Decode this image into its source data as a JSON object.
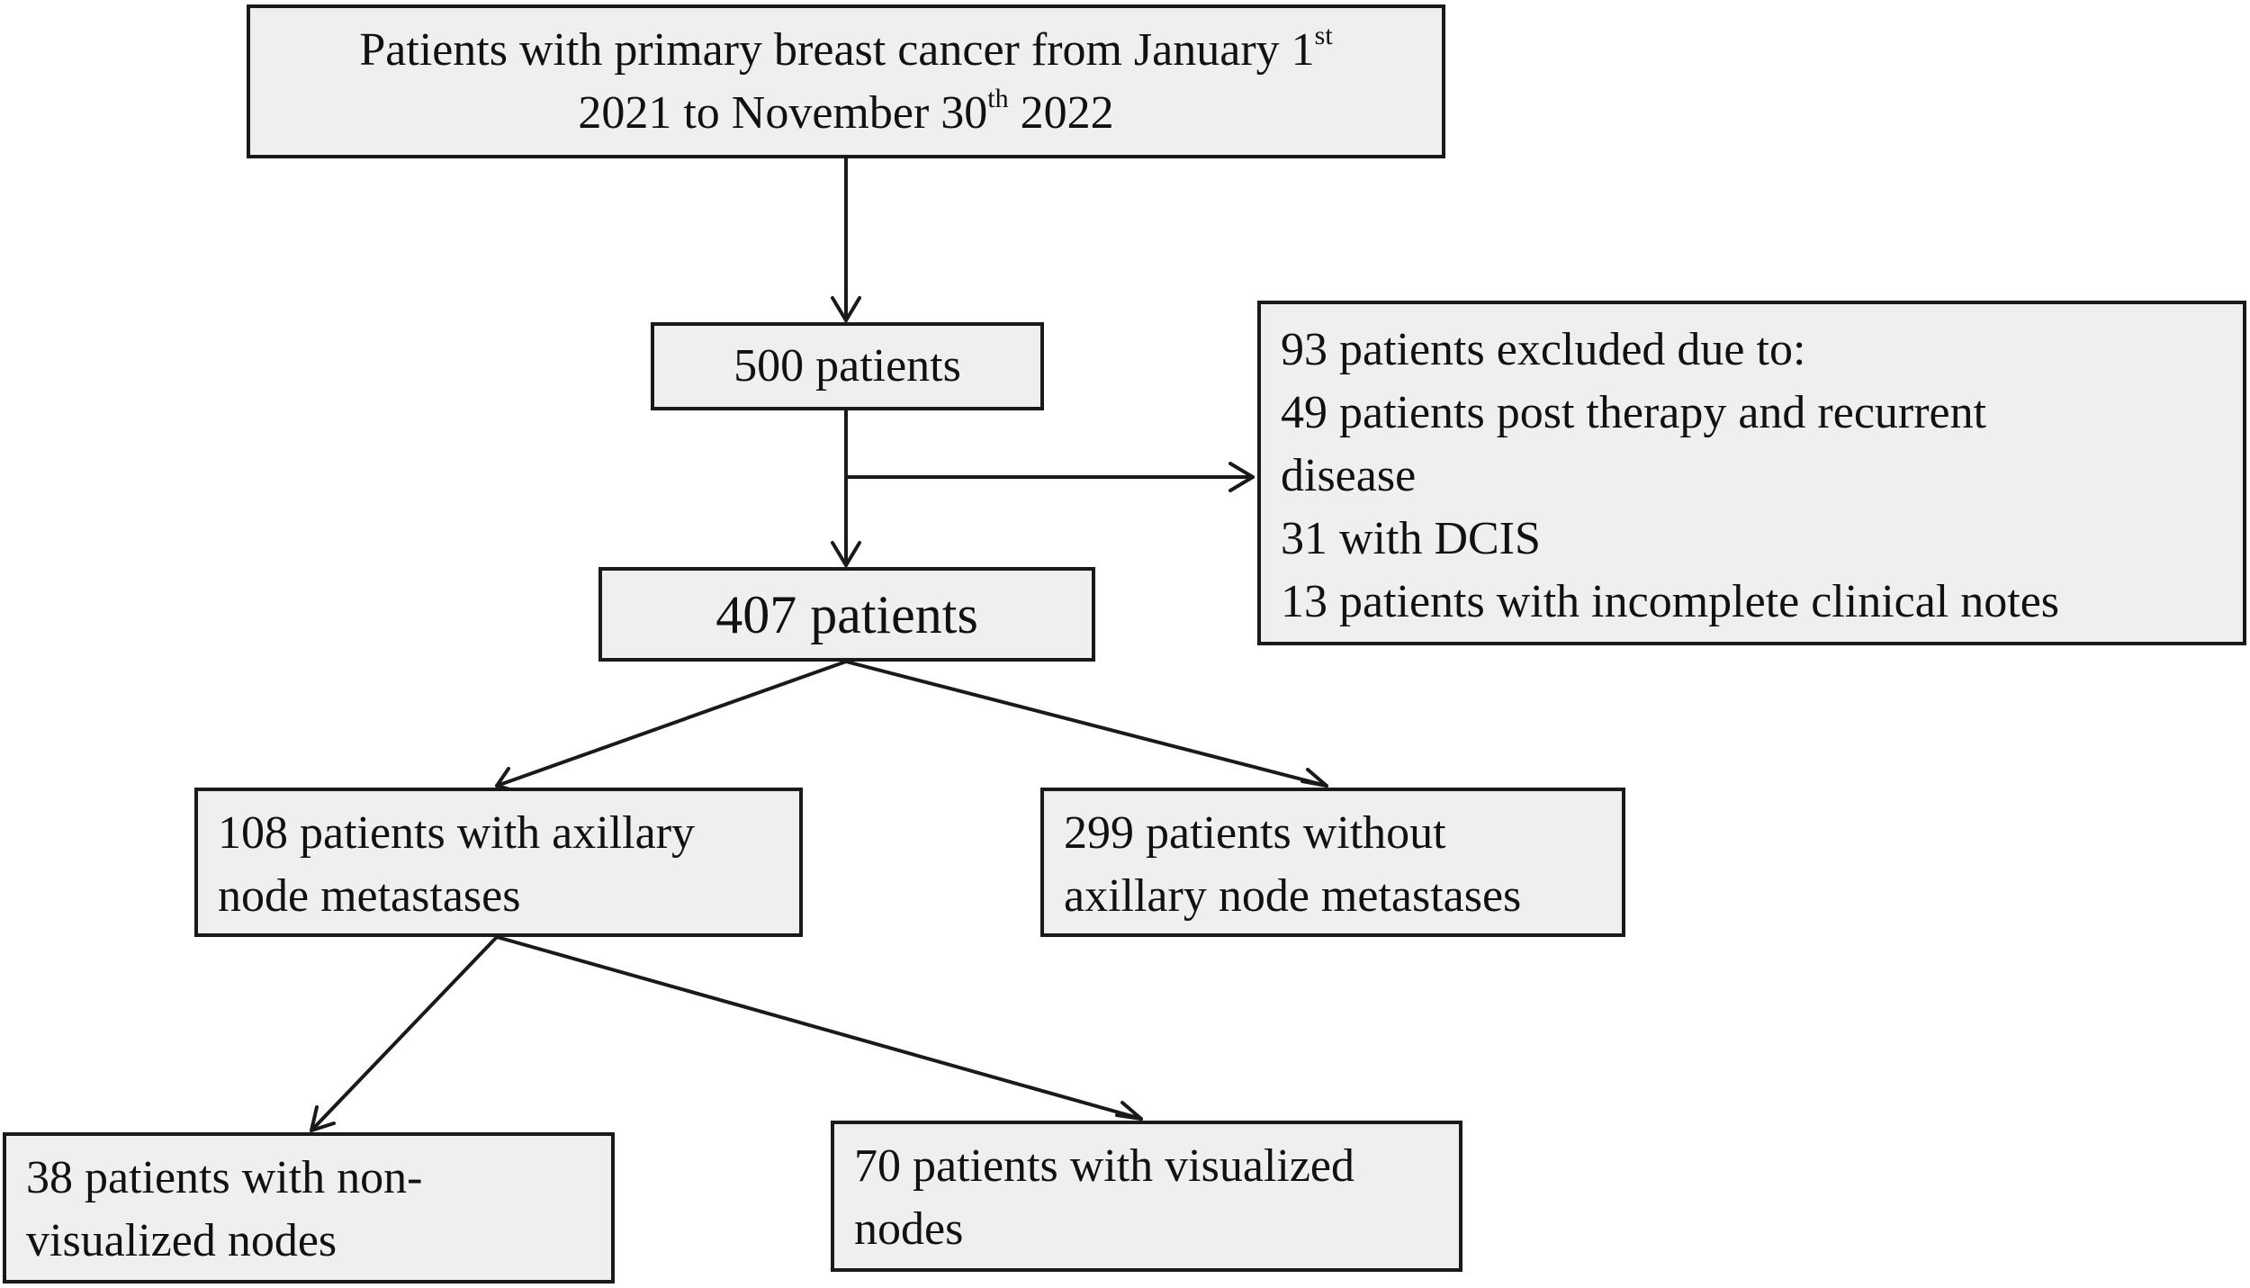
{
  "diagram": {
    "source": {
      "line1_prefix": "Patients with primary breast cancer from January 1",
      "line1_sup": "st",
      "line2_prefix": "2021 to November 30",
      "line2_sup": "th",
      "line2_suffix": " 2022"
    },
    "n500": "500 patients",
    "excluded": {
      "lines": [
        "93 patients excluded due to:",
        "49 patients post therapy and recurrent",
        "disease",
        "31 with DCIS",
        "13 patients with incomplete clinical notes"
      ]
    },
    "n407": "407 patients",
    "axillary_pos": {
      "lines": [
        "108 patients with axillary",
        "node metastases"
      ]
    },
    "axillary_neg": {
      "lines": [
        "299 patients without",
        "axillary node metastases"
      ]
    },
    "non_visualized": {
      "lines": [
        "38 patients with non-",
        "visualized nodes"
      ]
    },
    "visualized": {
      "lines": [
        "70 patients with visualized",
        "nodes"
      ]
    }
  },
  "colors": {
    "box_fill": "#efefef",
    "box_border": "#1a1a1a",
    "arrow": "#1a1a1a",
    "text": "#111111"
  }
}
